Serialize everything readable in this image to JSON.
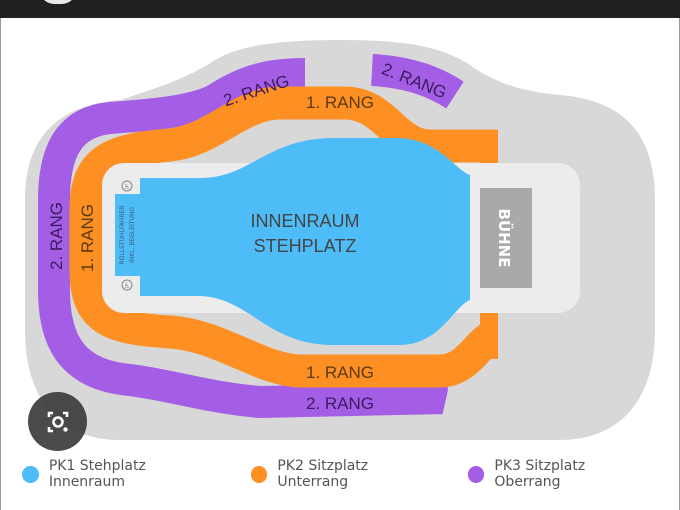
{
  "map": {
    "labels": {
      "rang2_top_left": "2. RANG",
      "rang2_top_right": "2. RANG",
      "rang1_top": "1. RANG",
      "rang2_left": "2. RANG",
      "rang1_left": "1. RANG",
      "rang1_bottom": "1. RANG",
      "rang2_bottom": "2. RANG",
      "innenraum_line1": "INNENRAUM",
      "innenraum_line2": "STEHPLATZ",
      "stage": "BÜHNE",
      "wheelchair_line1": "ROLLSTUHLFAHRER",
      "wheelchair_line2": "INKL. BEGLEITUNG"
    },
    "colors": {
      "blue": "#4dbcf7",
      "orange": "#fd8f23",
      "purple": "#a45ee6",
      "grey": "#d6d6d6",
      "light_grey": "#ececec",
      "stage": "#a9a9a9"
    }
  },
  "legend": [
    {
      "label": "PK1 Stehplatz  Innenraum",
      "color": "#4dbcf7"
    },
    {
      "label": "PK2 Sitzplatz  Unterrang",
      "color": "#fd8f23"
    },
    {
      "label": "PK3 Sitzplatz  Oberrang",
      "color": "#a45ee6"
    }
  ]
}
